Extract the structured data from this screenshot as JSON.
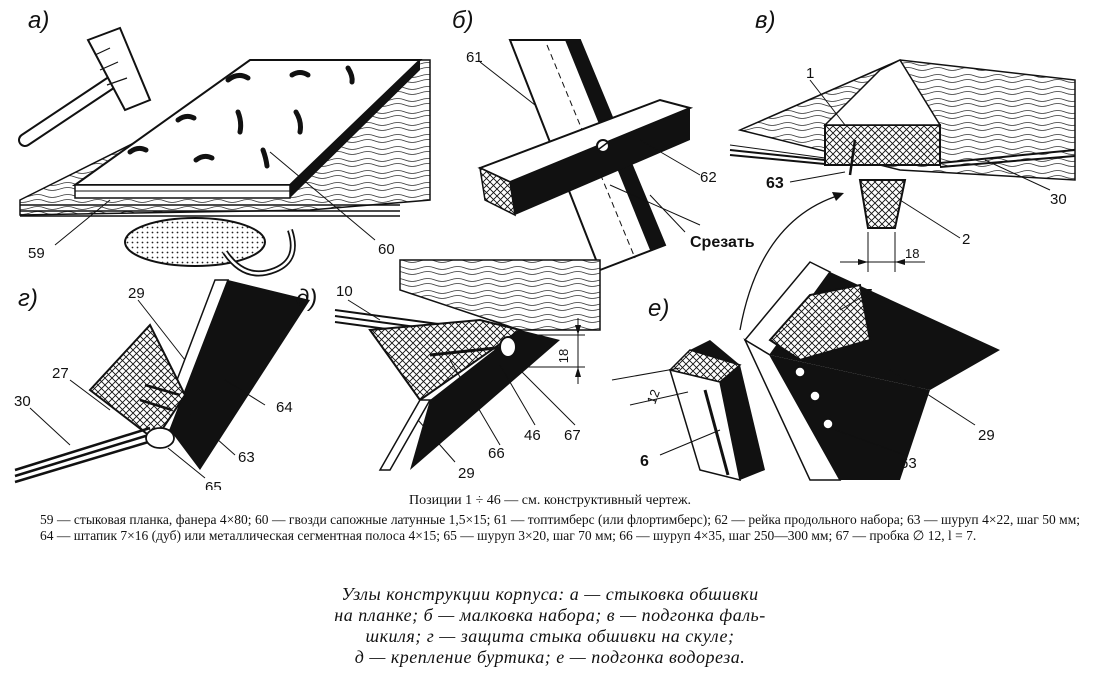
{
  "panels": [
    {
      "letter": "а)",
      "callouts": [
        "59",
        "60"
      ]
    },
    {
      "letter": "б)",
      "callouts": [
        "61",
        "62"
      ],
      "note": "Срезать"
    },
    {
      "letter": "в)",
      "callouts": [
        "1",
        "63",
        "30",
        "2"
      ],
      "dimension": "18"
    },
    {
      "letter": "г)",
      "callouts": [
        "29",
        "27",
        "30",
        "64",
        "63",
        "65"
      ]
    },
    {
      "letter": "д)",
      "callouts": [
        "10",
        "18",
        "66",
        "46",
        "67",
        "29"
      ]
    },
    {
      "letter": "е)",
      "callouts": [
        "5",
        "12",
        "29",
        "6",
        "63"
      ]
    }
  ],
  "caption_title": "Позиции 1 ÷ 46 — см. конструктивный чертеж.",
  "legend": "59 — стыковая планка, фанера 4×80; 60 — гвозди сапожные латунные 1,5×15; 61 — топтимберс (или флортимберс); 62 — рейка продольного набора; 63 — шуруп 4×22, шаг 50 мм; 64 — штапик 7×16 (дуб) или металлическая сегментная полоса 4×15; 65 — шуруп 3×20, шаг 70 мм; 66 — шуруп 4×35, шаг 250—300 мм; 67 — пробка ∅ 12, l = 7.",
  "bottom_caption": [
    "Узлы конструкции корпуса: а — стыковка обшивки",
    "на планке; б — малковка набора; в — подгонка фаль-",
    "шкиля; г — защита стыка обшивки на скуле;",
    "д — крепление буртика; е — подгонка водореза."
  ]
}
